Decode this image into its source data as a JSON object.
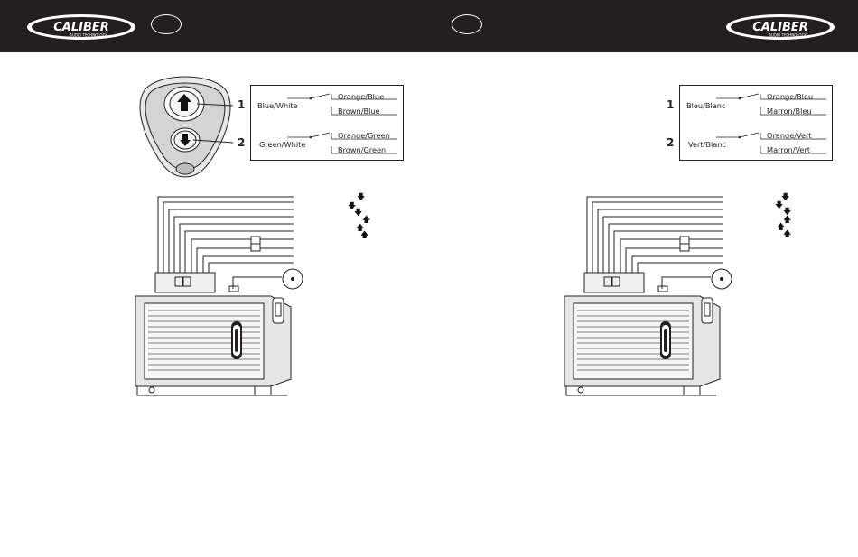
{
  "brand": {
    "name": "CALIBER",
    "tagline": "AUDIO TECHNOLOGY"
  },
  "pages": [
    {
      "lang": "en",
      "button_labels": [
        "1",
        "2"
      ],
      "wire_up": "Blue/White",
      "wire_up_a": "Orange/Blue",
      "wire_up_b": "Brown/Blue",
      "wire_down": "Green/White",
      "wire_down_a": "Orange/Green",
      "wire_down_b": "Brown/Green"
    },
    {
      "lang": "fr",
      "button_labels": [
        "1",
        "2"
      ],
      "wire_up": "Bleu/Blanc",
      "wire_up_a": "Orange/Bleu",
      "wire_up_b": "Marron/Bleu",
      "wire_down": "Vert/Blanc",
      "wire_down_a": "Orange/Vert",
      "wire_down_b": "Marron/Vert"
    }
  ],
  "colors": {
    "header_bg": "#231f20",
    "ink": "#222222"
  }
}
